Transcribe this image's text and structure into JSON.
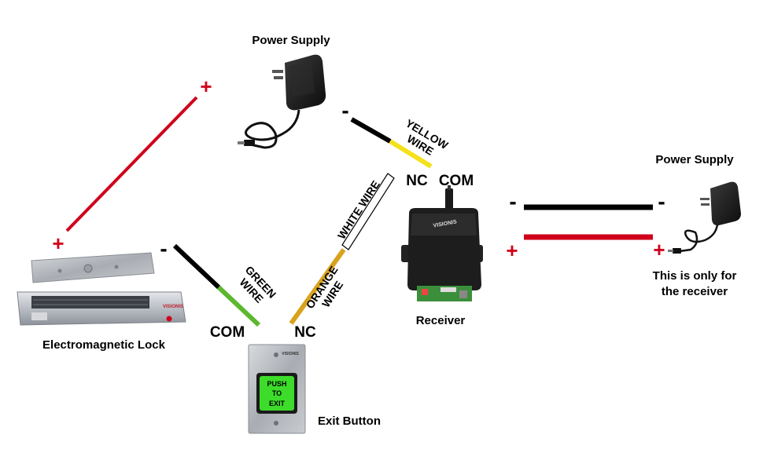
{
  "labels": {
    "power_supply_top": "Power Supply",
    "power_supply_right": "Power Supply",
    "receiver_note_line1": "This is only for",
    "receiver_note_line2": "the receiver",
    "lock": "Electromagnetic Lock",
    "exit_button": "Exit Button",
    "receiver": "Receiver"
  },
  "terminals": {
    "receiver_nc": "NC",
    "receiver_com": "COM",
    "button_com": "COM",
    "button_nc": "NC"
  },
  "wires": {
    "yellow_line1": "YELLOW",
    "yellow_line2": "WIRE",
    "white": "WHITE WIRE",
    "green_line1": "GREEN",
    "green_line2": "WIRE",
    "orange_line1": "ORANGE",
    "orange_line2": "WIRE"
  },
  "signs": {
    "plus": "+",
    "minus": "-"
  },
  "button": {
    "line1": "PUSH",
    "line2": "TO",
    "line3": "EXIT",
    "brand": "VISIONIS"
  },
  "receiver_brand": "VISIONIS",
  "lock_brand": "VISIONIS",
  "colors": {
    "red_wire": "#d0021b",
    "black_wire": "#000000",
    "yellow_wire": "#f5e11a",
    "green_wire": "#5cb82e",
    "orange_wire": "#d9a21c",
    "white_wire": "#ffffff",
    "button_green": "#3ddc2b"
  }
}
